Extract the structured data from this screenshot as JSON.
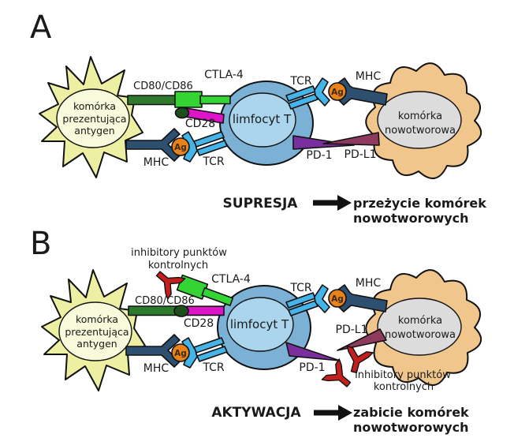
{
  "colors": {
    "apc_body": "#edf0a2",
    "apc_nucleus": "#f8fadc",
    "tcell_body": "#7cb1d6",
    "tcell_inner": "#aad5ec",
    "tumor_body": "#f0c68c",
    "tumor_nucleus": "#dcdcdc",
    "cd80": "#2d7a2d",
    "ctla4": "#35d435",
    "cd28": "#dd14c8",
    "cd28_knob": "#1c4f1c",
    "mhc": "#2e5070",
    "tcr": "#45b4e8",
    "ag": "#e8821c",
    "pd1": "#7a2f9e",
    "pdl1": "#8e3a5e",
    "antibody": "#c41f1f",
    "arrow": "#111111"
  },
  "panel_a": {
    "letter": "A",
    "apc": {
      "line1": "komórka",
      "line2": "prezentująca",
      "line3": "antygen"
    },
    "tcell_label": "limfocyt T",
    "tumor": {
      "line1": "komórka",
      "line2": "nowotworowa"
    },
    "labels": {
      "cd80": "CD80/CD86",
      "ctla4": "CTLA-4",
      "cd28": "CD28",
      "mhc_left": "MHC",
      "tcr_left": "TCR",
      "ag_left": "Ag",
      "tcr_right": "TCR",
      "ag_right": "Ag",
      "mhc_right": "MHC",
      "pd1": "PD-1",
      "pdl1": "PD-L1"
    },
    "caption": "SUPRESJA",
    "result_line1": "przeżycie komórek",
    "result_line2": "nowotworowych"
  },
  "panel_b": {
    "letter": "B",
    "inhibitor_top_line1": "inhibitory punktów",
    "inhibitor_top_line2": "kontrolnych",
    "apc": {
      "line1": "komórka",
      "line2": "prezentująca",
      "line3": "antygen"
    },
    "tcell_label": "limfocyt T",
    "tumor": {
      "line1": "komórka",
      "line2": "nowotworowa"
    },
    "labels": {
      "cd80": "CD80/CD86",
      "ctla4": "CTLA-4",
      "cd28": "CD28",
      "mhc_left": "MHC",
      "tcr_left": "TCR",
      "ag_left": "Ag",
      "tcr_right": "TCR",
      "ag_right": "Ag",
      "mhc_right": "MHC",
      "pd1": "PD-1",
      "pdl1": "PD-L1"
    },
    "inhibitor_bottom_line1": "inhibitory punktów",
    "inhibitor_bottom_line2": "kontrolnych",
    "caption": "AKTYWACJA",
    "result_line1": "zabicie komórek",
    "result_line2": "nowotworowych"
  }
}
